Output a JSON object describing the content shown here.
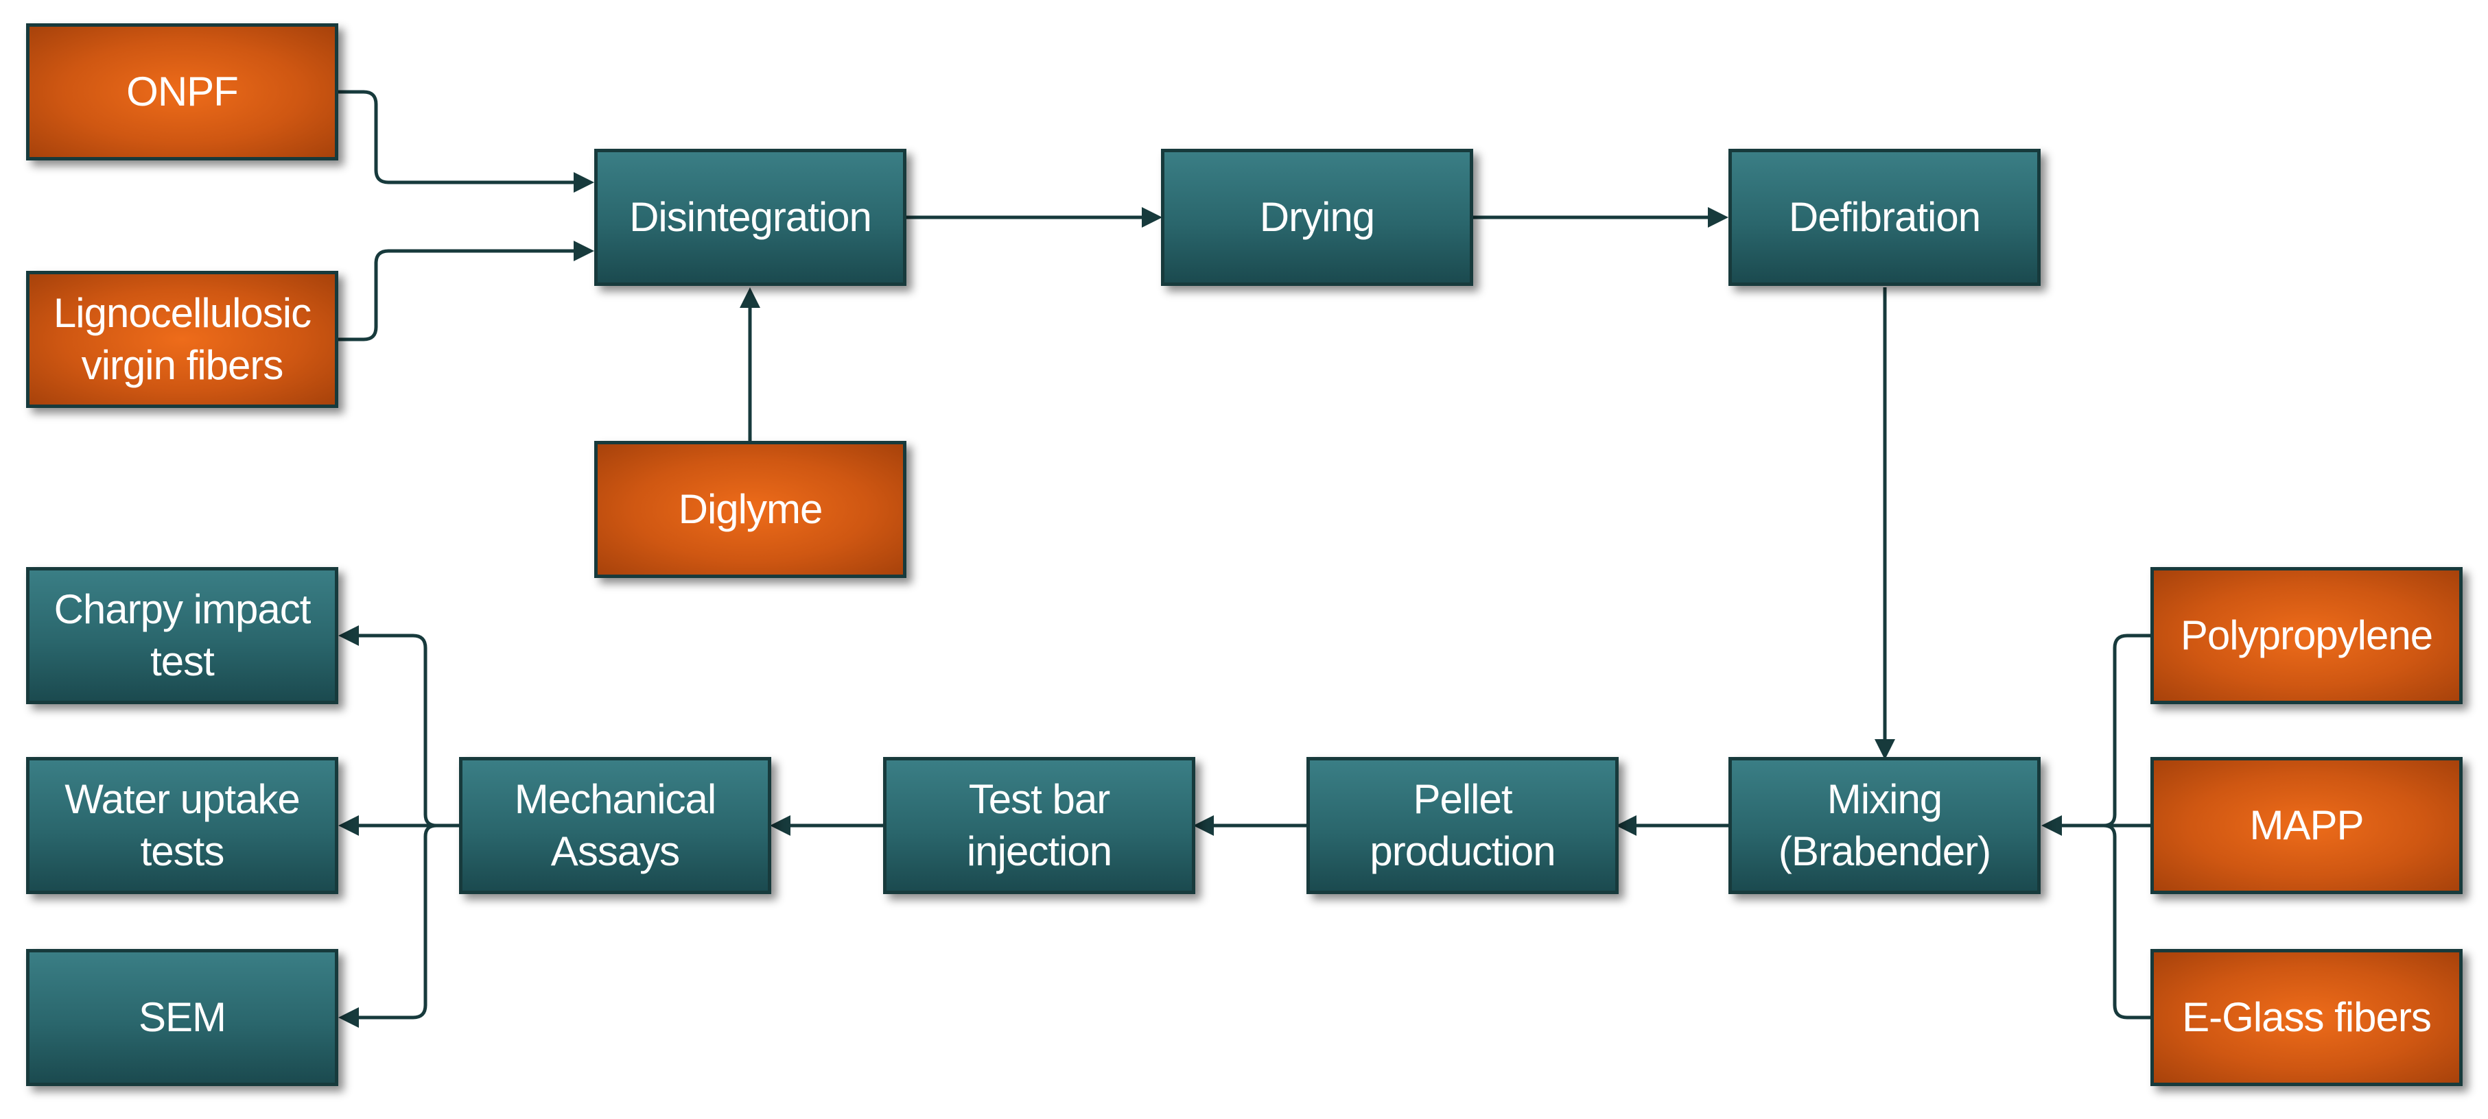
{
  "diagram": {
    "colors": {
      "process_fill": "#2a666c",
      "input_fill": "#cf5712",
      "border": "#173a3c",
      "text": "#ffffff"
    },
    "nodes": {
      "onpf": "ONPF",
      "lignocellulosic": "Lignocellulosic\nvirgin fibers",
      "disintegration": "Disintegration",
      "drying": "Drying",
      "defibration": "Defibration",
      "diglyme": "Diglyme",
      "charpy": "Charpy impact\ntest",
      "water_uptake": "Water uptake\ntests",
      "sem": "SEM",
      "mechanical": "Mechanical\nAssays",
      "test_bar": "Test bar\ninjection",
      "pellet": "Pellet\nproduction",
      "mixing": "Mixing\n(Brabender)",
      "polypropylene": "Polypropylene",
      "mapp": "MAPP",
      "eglass": "E-Glass fibers"
    },
    "edges": [
      [
        "onpf",
        "disintegration"
      ],
      [
        "lignocellulosic",
        "disintegration"
      ],
      [
        "diglyme",
        "disintegration"
      ],
      [
        "disintegration",
        "drying"
      ],
      [
        "drying",
        "defibration"
      ],
      [
        "defibration",
        "mixing"
      ],
      [
        "polypropylene",
        "mixing"
      ],
      [
        "mapp",
        "mixing"
      ],
      [
        "eglass",
        "mixing"
      ],
      [
        "mixing",
        "pellet"
      ],
      [
        "pellet",
        "test_bar"
      ],
      [
        "test_bar",
        "mechanical"
      ],
      [
        "mechanical",
        "charpy"
      ],
      [
        "mechanical",
        "water_uptake"
      ],
      [
        "mechanical",
        "sem"
      ]
    ]
  }
}
